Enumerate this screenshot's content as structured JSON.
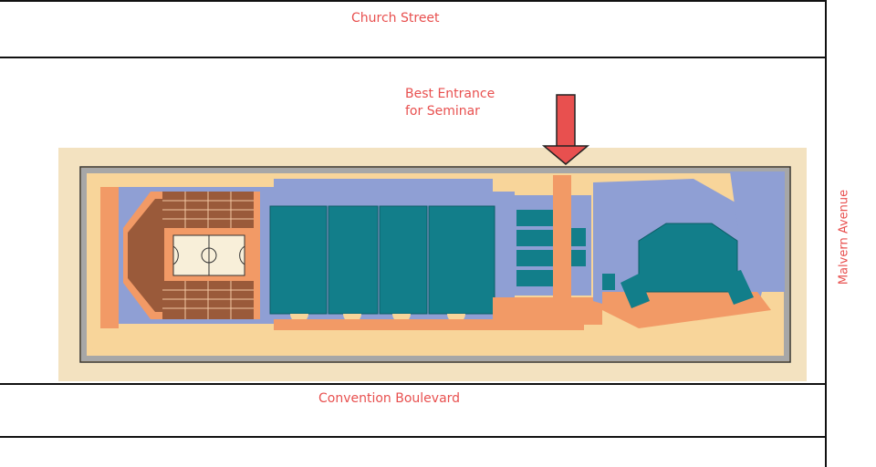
{
  "streets": {
    "north": "Church Street",
    "south": "Convention Boulevard",
    "east": "Malvern Avenue"
  },
  "annotation": {
    "line1": "Best Entrance",
    "line2": "for Seminar"
  },
  "colors": {
    "label": "#e8504f",
    "arrow": "#e8504f",
    "site": "#f3e2c0",
    "walkway": "#f8d59a",
    "corridor": "#f29a66",
    "building": "#8f9fd4",
    "hall": "#127e8a",
    "seating": "#9a5a3a"
  }
}
